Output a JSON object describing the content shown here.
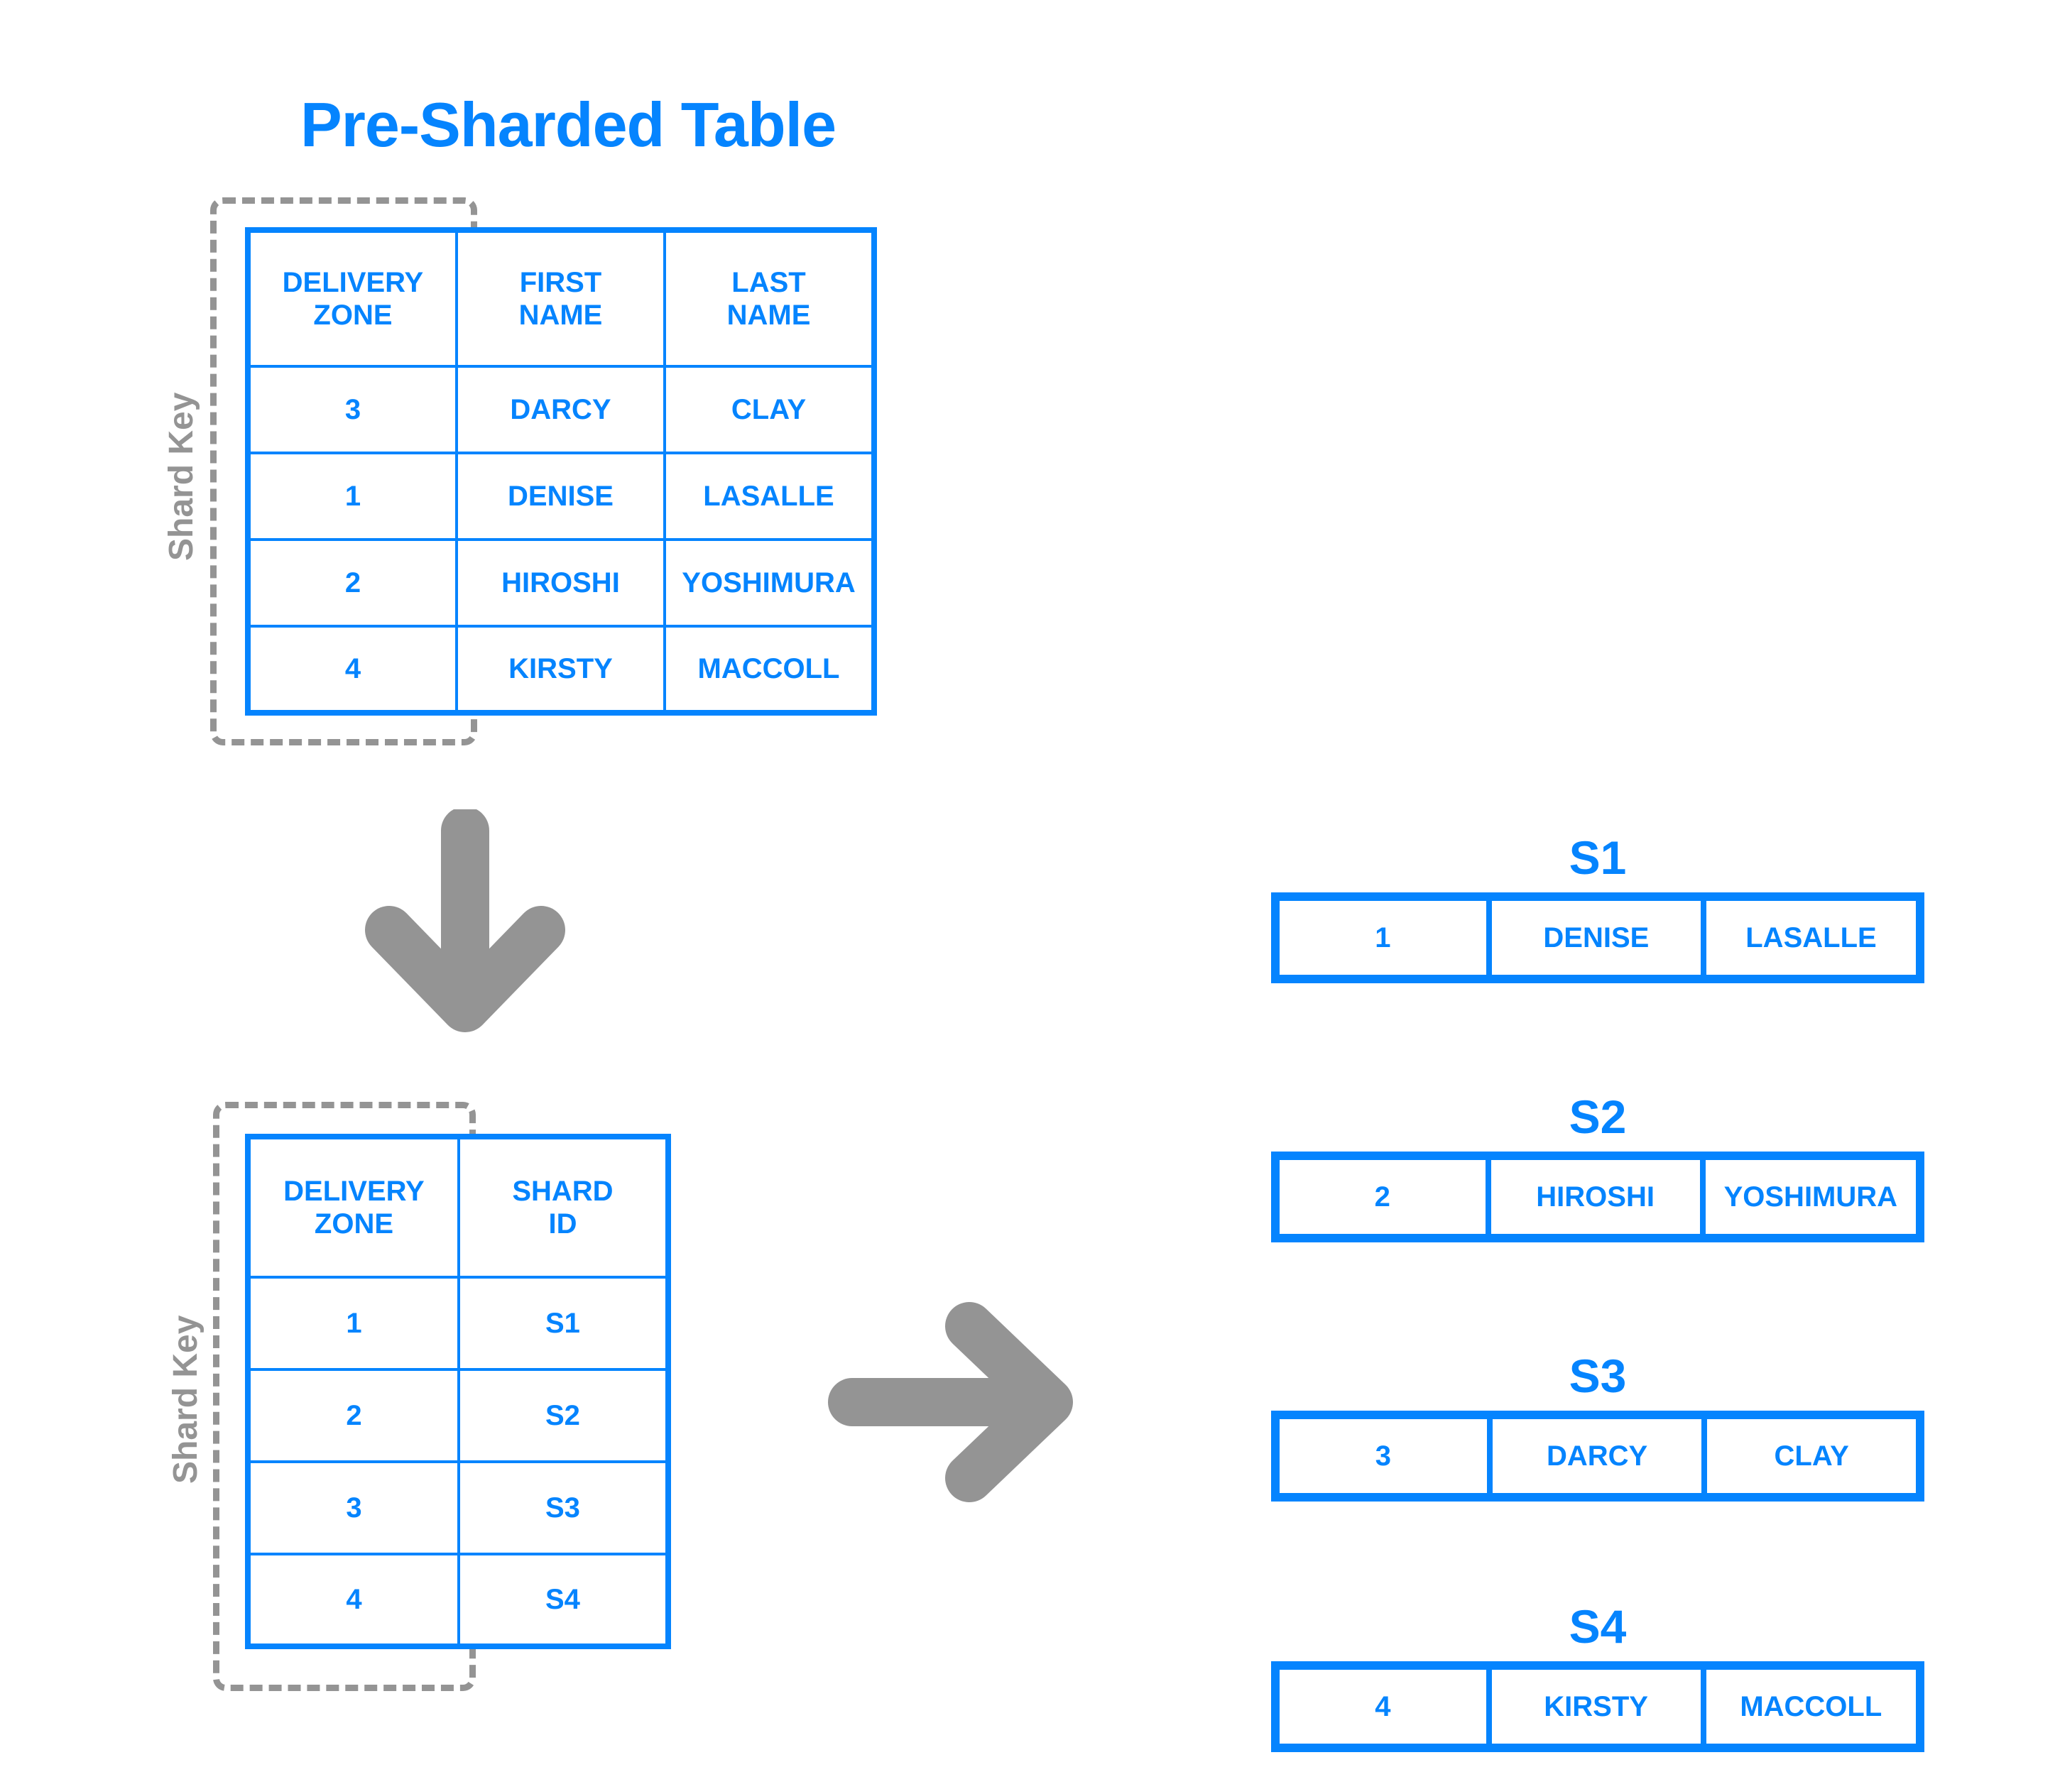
{
  "title": "Pre-Sharded Table",
  "colors": {
    "accent_blue": "#0584fe",
    "gray": "#949494",
    "background": "#ffffff"
  },
  "shard_key_label": "Shard Key",
  "presharded_table": {
    "headers": [
      "DELIVERY\nZONE",
      "FIRST\nNAME",
      "LAST\nNAME"
    ],
    "rows": [
      [
        "3",
        "DARCY",
        "CLAY"
      ],
      [
        "1",
        "DENISE",
        "LASALLE"
      ],
      [
        "2",
        "HIROSHI",
        "YOSHIMURA"
      ],
      [
        "4",
        "KIRSTY",
        "MACCOLL"
      ]
    ]
  },
  "lookup_table": {
    "headers": [
      "DELIVERY\nZONE",
      "SHARD\nID"
    ],
    "rows": [
      [
        "1",
        "S1"
      ],
      [
        "2",
        "S2"
      ],
      [
        "3",
        "S3"
      ],
      [
        "4",
        "S4"
      ]
    ]
  },
  "shards": [
    {
      "title": "S1",
      "row": [
        "1",
        "DENISE",
        "LASALLE"
      ]
    },
    {
      "title": "S2",
      "row": [
        "2",
        "HIROSHI",
        "YOSHIMURA"
      ]
    },
    {
      "title": "S3",
      "row": [
        "3",
        "DARCY",
        "CLAY"
      ]
    },
    {
      "title": "S4",
      "row": [
        "4",
        "KIRSTY",
        "MACCOLL"
      ]
    }
  ],
  "arrows": {
    "down": "arrow-down-icon",
    "right": "arrow-right-icon"
  }
}
